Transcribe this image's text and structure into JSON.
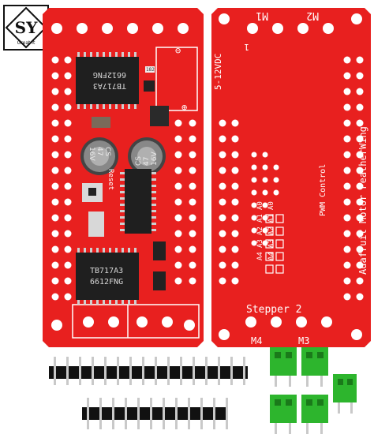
{
  "logo": {
    "letters": "SY",
    "caption": "Great it"
  },
  "left_board": {
    "terminal_symbols": [
      "⊖",
      "⊕"
    ],
    "resistor_code": "182",
    "chip_top_marking": [
      "TB717A3",
      "6612FNG"
    ],
    "chip_bottom_marking": [
      "TB717A3",
      "6612FNG"
    ],
    "cap_left": [
      "CS",
      "47",
      "16V"
    ],
    "cap_right": [
      "CS",
      "47",
      "16V"
    ],
    "reset_label": "Reset"
  },
  "right_board": {
    "silkscreen": {
      "m1": "M1",
      "m2": "M2",
      "m3": "M3",
      "m4": "M4",
      "pin1": "1",
      "voltage": "5-12VDC",
      "pwm": "PWM Control",
      "product": "Adafruit Motor FeatherWing",
      "stepper1": "Stepper 2",
      "addr_row1": [
        "A4",
        "A3",
        "A2",
        "A1",
        "A0"
      ],
      "addr_row2": [
        "A4",
        "A3",
        "A2",
        "A1",
        "A0"
      ]
    }
  },
  "colors": {
    "pcb": "#e8201f",
    "pcb_dark": "#c4100f",
    "silkscreen": "#ffffff",
    "chip": "#222222",
    "terminal": "#2db52d",
    "header_plastic": "#111111",
    "pin_metal": "#c9c9c9"
  }
}
